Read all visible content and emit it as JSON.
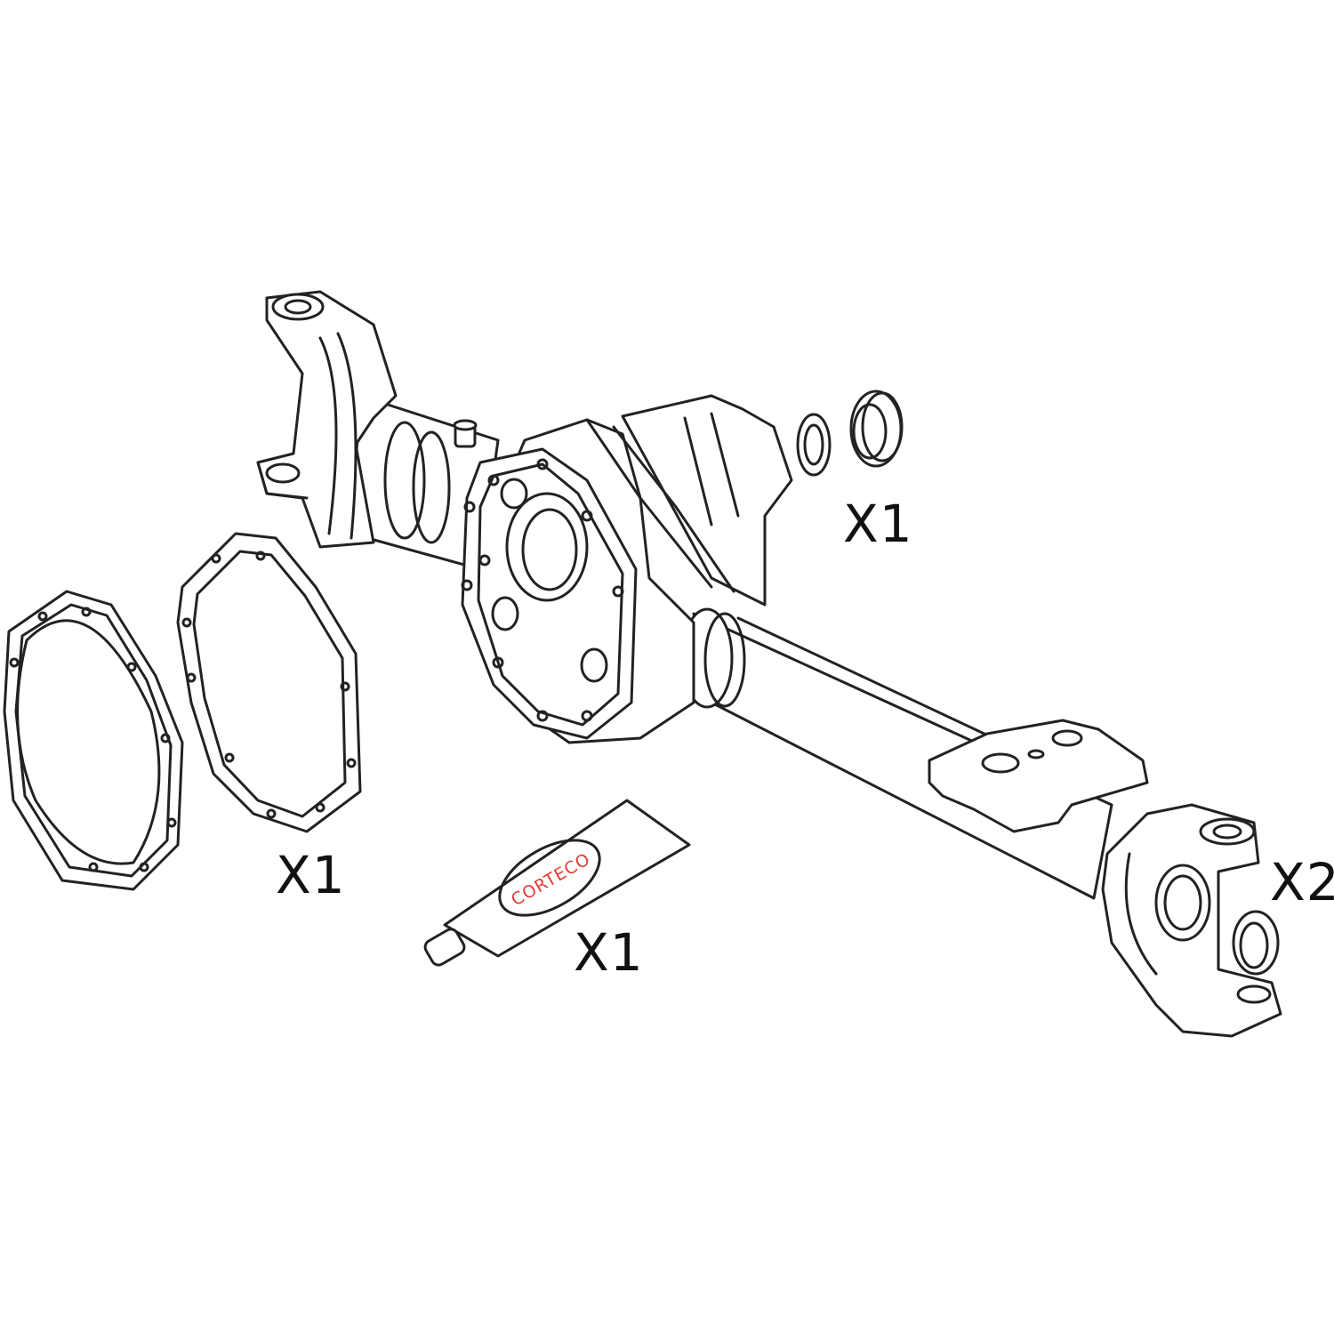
{
  "diagram": {
    "quantity_labels": {
      "seals": "X1",
      "gasket": "X1",
      "sealant": "X1",
      "knuckle": "X2"
    },
    "sealant_brand": "CORTECO",
    "colors": {
      "line": "#222222",
      "brand_text": "#e53935",
      "background": "#ffffff"
    }
  }
}
